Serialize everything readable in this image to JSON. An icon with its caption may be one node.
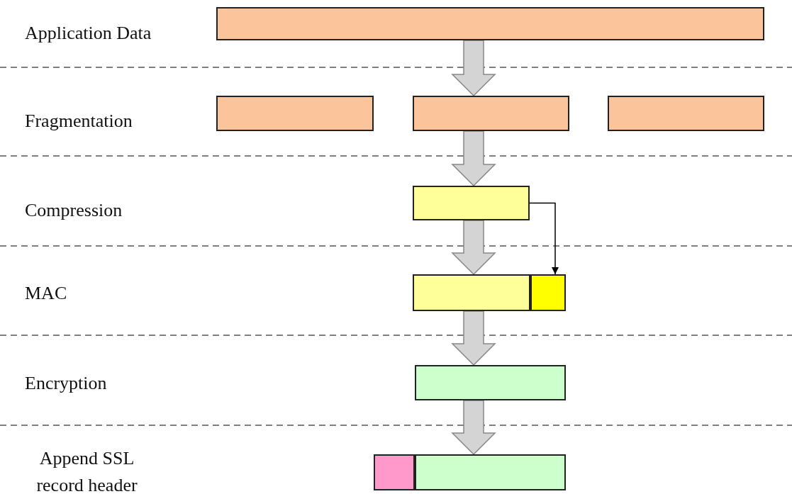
{
  "diagram": {
    "nodes": [
      {
        "text": [],
        "shape": "box"
      },
      {
        "text": [],
        "shape": "box"
      },
      {
        "text": [],
        "shape": "box"
      },
      {
        "text": [],
        "shape": "box"
      },
      {
        "text": [],
        "shape": "box"
      },
      {
        "text": [],
        "shape": "box"
      },
      {
        "text": [],
        "shape": "box"
      },
      {
        "text": [],
        "shape": "box"
      },
      {
        "text": [],
        "shape": "box"
      },
      {
        "text": [],
        "shape": "box"
      }
    ],
    "edges": [
      {
        "from": 0,
        "to": 2,
        "arrow": "to",
        "style": "thick"
      },
      {
        "from": 2,
        "to": 4,
        "arrow": "to",
        "style": "thick"
      },
      {
        "from": 4,
        "to": 5,
        "arrow": "to",
        "style": "thick"
      },
      {
        "from": 4,
        "to": 6,
        "arrow": "to",
        "color": "#000000"
      },
      {
        "from": 5,
        "to": 7,
        "arrow": "to",
        "style": "thick"
      },
      {
        "from": 7,
        "to": 9,
        "arrow": "to",
        "style": "thick"
      }
    ],
    "labels": [
      "Application Data",
      "Fragmentation",
      "Compression",
      "MAC",
      "Encryption",
      "Append SSL record header"
    ]
  }
}
